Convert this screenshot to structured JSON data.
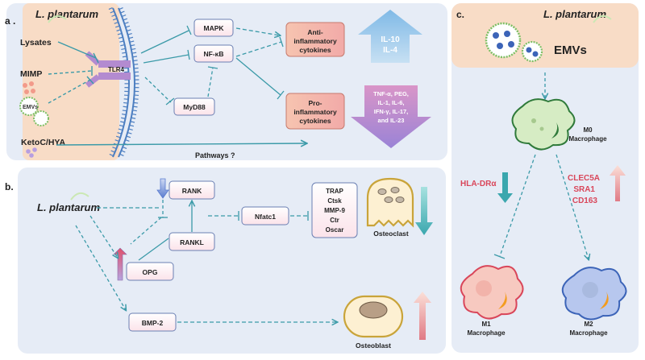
{
  "panel_a": {
    "label": "a .",
    "organism": "L. plantarum",
    "inputs": [
      "Lysates",
      "MIMP",
      "KetoC/HYA"
    ],
    "emv_label": "EMVs",
    "receptor": "TLR4",
    "mapk": "MAPK",
    "nfkb": "NF-κB",
    "myd88": "MyD88",
    "anti_lines": [
      "Anti-",
      "inflammatory",
      "cytokines"
    ],
    "pro_lines": [
      "Pro-",
      "inflammatory",
      "cytokines"
    ],
    "anti_cytokines": [
      "IL-10",
      "IL-4"
    ],
    "pro_cytokines": [
      "TNF-α, PEG,",
      "IL-1, IL-6,",
      "IFN-γ, IL-17,",
      "and IL-23"
    ],
    "pathways": "Pathways ?"
  },
  "panel_b": {
    "label": "b.",
    "organism": "L. plantarum",
    "rank": "RANK",
    "rankl": "RANKL",
    "opg": "OPG",
    "nfatc1": "Nfatc1",
    "genes": [
      "TRAP",
      "Ctsk",
      "MMP-9",
      "Ctr",
      "Oscar"
    ],
    "osteoclast": "Osteoclast",
    "bmp2": "BMP-2",
    "osteoblast": "Osteoblast"
  },
  "panel_c": {
    "label": "c.",
    "organism": "L. plantarum",
    "emvs": "EMVs",
    "m0": [
      "M0",
      "Macrophage"
    ],
    "m1": [
      "M1",
      "Macrophage"
    ],
    "m2": [
      "M2",
      "Macrophage"
    ],
    "hla": "HLA-DRα",
    "m2_markers": [
      "CLEC5A",
      "SRA1",
      "CD163"
    ]
  },
  "colors": {
    "panel_bg": "#e6ecf6",
    "salmon_bg": "#f8dcc6",
    "teal_line": "#3b9aa8",
    "marker_red": "#d9465a",
    "pro_box": "#f0b9b0",
    "anti_arrow": "#8fc0e8"
  }
}
